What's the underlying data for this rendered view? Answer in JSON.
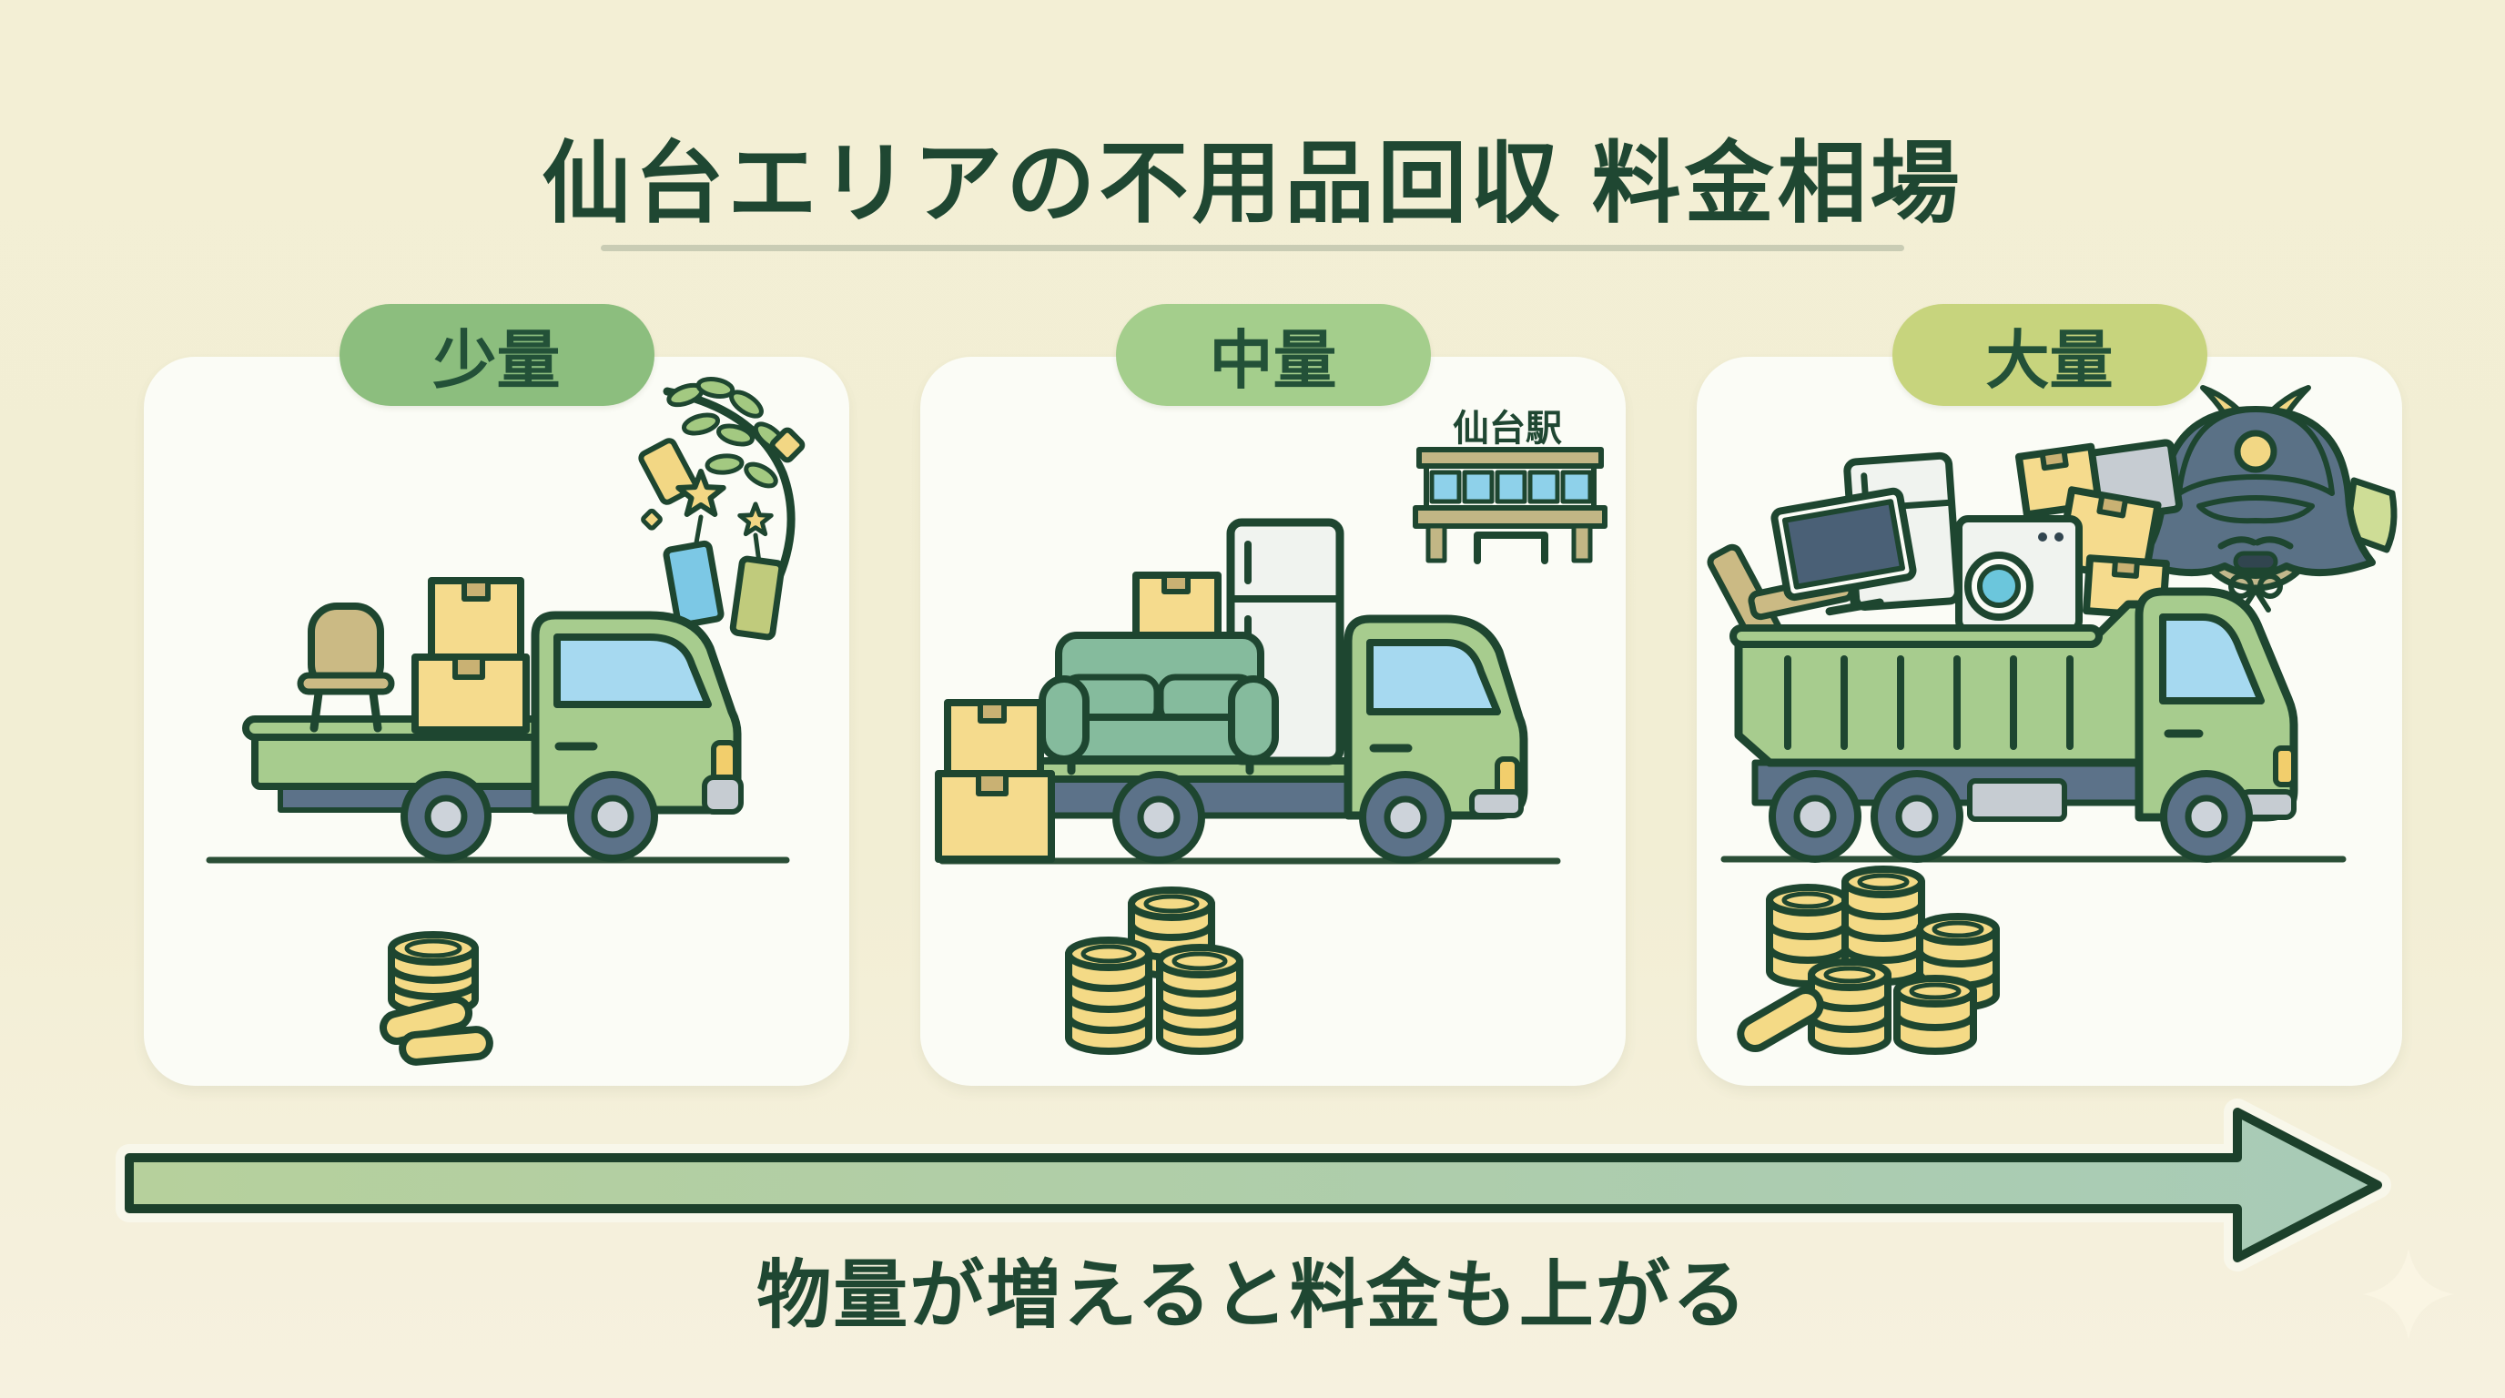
{
  "title": {
    "text": "仙台エリアの不用品回収 料金相場"
  },
  "panels": [
    {
      "id": "small",
      "label": "少量",
      "badge_color": "#8CBE7E",
      "decoration_icon": "tanabata-icon",
      "vehicle_icon": "mini-flatbed-truck-icon",
      "cargo_icons": [
        "chair-icon",
        "box-icon",
        "box-icon"
      ],
      "coin_stacks": 1,
      "loose_coins": 2
    },
    {
      "id": "medium",
      "label": "中量",
      "badge_color": "#A4CE8C",
      "decoration_icon": "sendai-station-icon",
      "station_sign": "仙台駅",
      "vehicle_icon": "flatbed-truck-icon",
      "cargo_icons": [
        "sofa-icon",
        "refrigerator-icon",
        "box-icon",
        "box-icon",
        "box-icon"
      ],
      "coin_stacks": 3,
      "loose_coins": 0
    },
    {
      "id": "large",
      "label": "大量",
      "badge_color": "#C7D47D",
      "decoration_icon": "samurai-helmet-icon",
      "vehicle_icon": "dump-truck-icon",
      "cargo_icons": [
        "tv-icon",
        "refrigerator-icon",
        "washing-machine-icon",
        "box-icon",
        "box-icon",
        "box-icon",
        "plank-icon"
      ],
      "coin_stacks": 5,
      "loose_coins": 1
    }
  ],
  "footer": {
    "caption": "物量が増えると料金も上がる",
    "arrow_icon": "right-arrow-icon"
  },
  "colors": {
    "background": "#F3EFD5",
    "card": "#FBFCF6",
    "outline_dark_green": "#1E4630",
    "text_dark_green": "#1F4732",
    "badge_small": "#8CBE7E",
    "badge_medium": "#A4CE8C",
    "badge_large": "#C7D47D",
    "truck_green": "#A7CC8E",
    "chassis_slate": "#5C7289",
    "window_blue": "#A6D9F0",
    "box_yellow": "#F5DB8D",
    "coin_yellow": "#F4DA86",
    "arrow_fill_left": "#B6D09C",
    "arrow_fill_right": "#A8CBB7"
  }
}
